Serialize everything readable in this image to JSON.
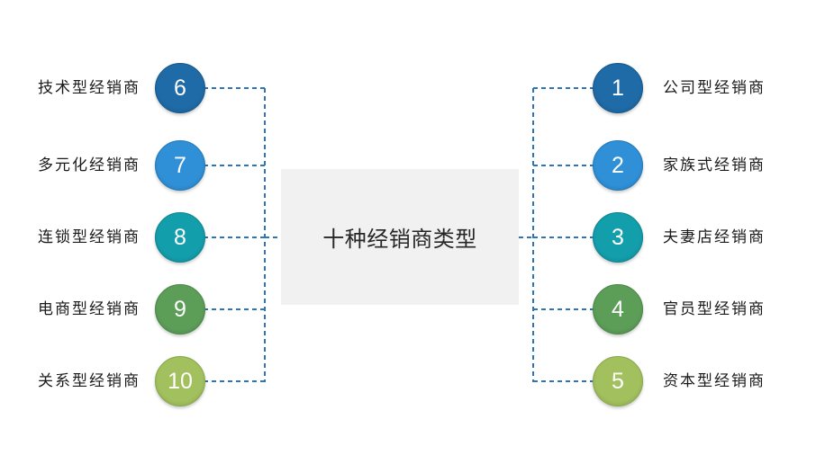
{
  "slide": {
    "title_box": {
      "label": "十种经销商类型",
      "background": "#F1F1F1",
      "text_color": "#262626"
    }
  },
  "connectors": {
    "color": "#2E75B6"
  },
  "left_items": [
    {
      "number": "6",
      "label": "技术型经销商",
      "color": "#1F6BA7",
      "border": "#185A8D"
    },
    {
      "number": "7",
      "label": "多元化经销商",
      "color": "#2F90D7",
      "border": "#2678B4"
    },
    {
      "number": "8",
      "label": "连锁型经销商",
      "color": "#139EAB",
      "border": "#0F8490"
    },
    {
      "number": "9",
      "label": "电商型经销商",
      "color": "#5C9E58",
      "border": "#4C8749"
    },
    {
      "number": "10",
      "label": "关系型经销商",
      "color": "#A2C05E",
      "border": "#89A84C"
    }
  ],
  "right_items": [
    {
      "number": "1",
      "label": "公司型经销商",
      "color": "#1F6BA7",
      "border": "#185A8D"
    },
    {
      "number": "2",
      "label": "家族式经销商",
      "color": "#2F90D7",
      "border": "#2678B4"
    },
    {
      "number": "3",
      "label": "夫妻店经销商",
      "color": "#139EAB",
      "border": "#0F8490"
    },
    {
      "number": "4",
      "label": "官员型经销商",
      "color": "#5C9E58",
      "border": "#4C8749"
    },
    {
      "number": "5",
      "label": "资本型经销商",
      "color": "#A2C05E",
      "border": "#89A84C"
    }
  ]
}
